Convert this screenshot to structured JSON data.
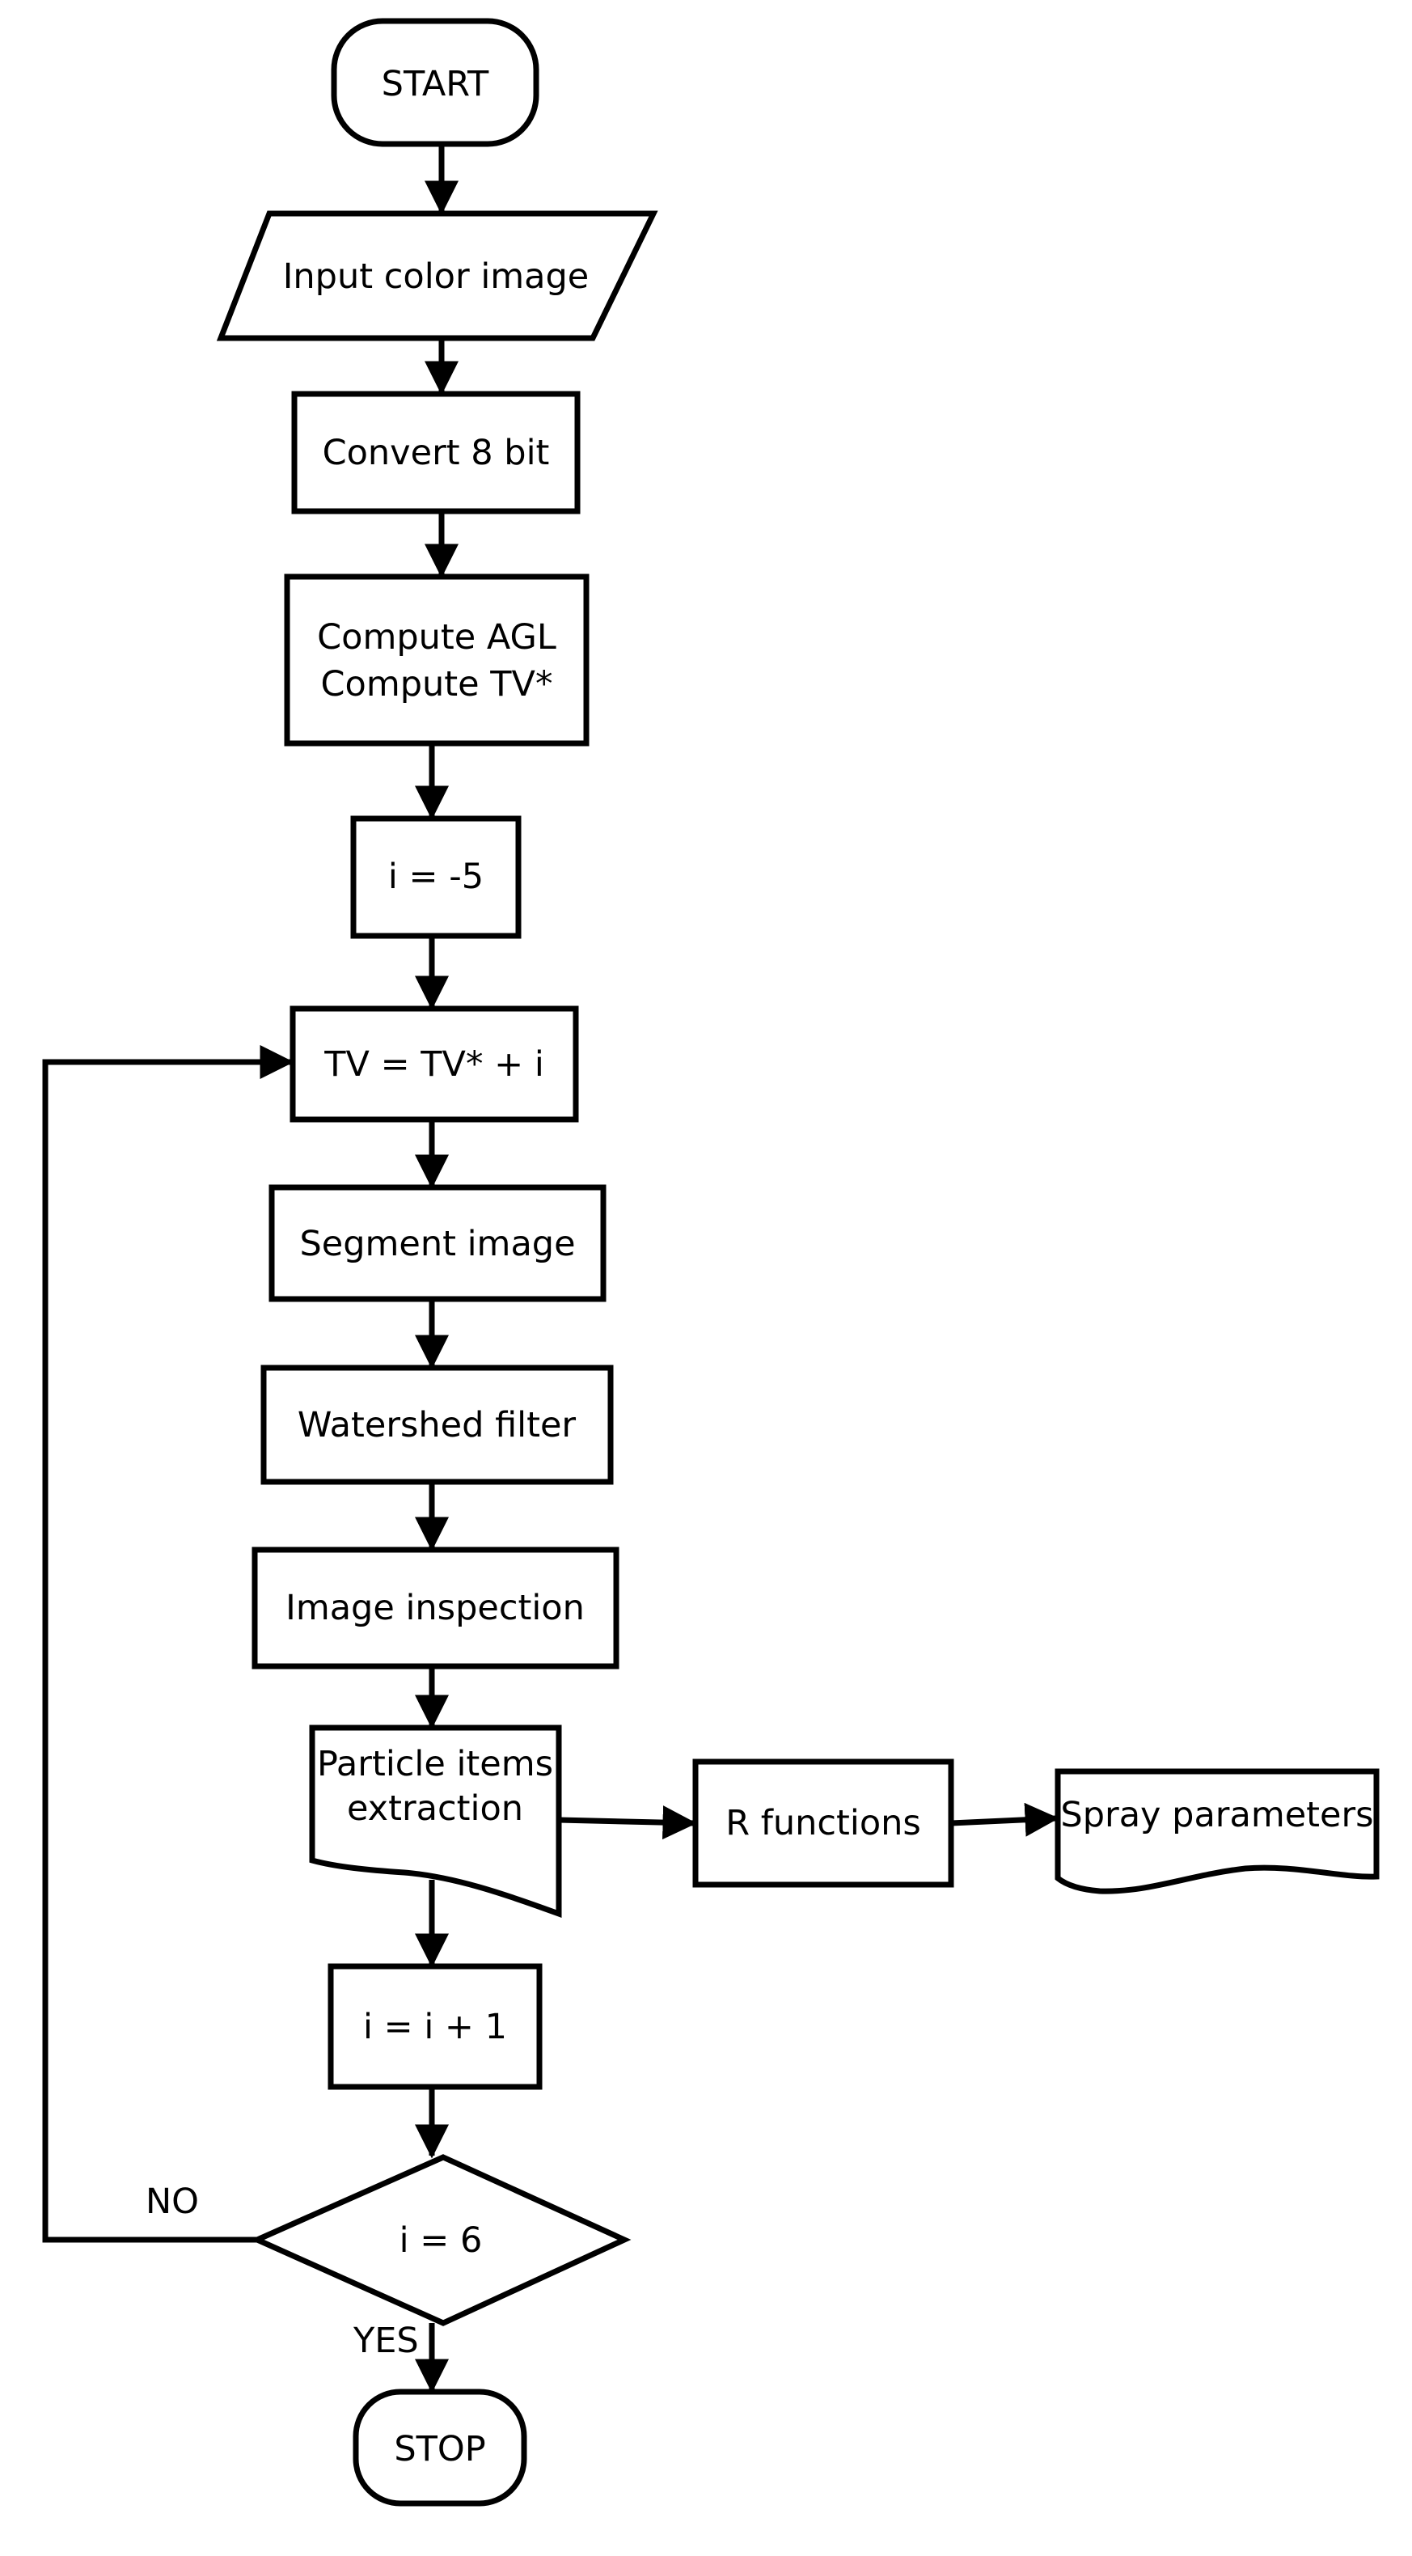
{
  "colors": {
    "stroke": "#000000",
    "fill": "#ffffff"
  },
  "nodes": {
    "start": {
      "type": "terminator",
      "label": "START"
    },
    "input": {
      "type": "input-output",
      "label": "Input color image"
    },
    "convert": {
      "type": "process",
      "label": "Convert 8 bit"
    },
    "compute": {
      "type": "process",
      "lines": [
        "Compute AGL",
        "Compute TV*"
      ]
    },
    "init": {
      "type": "process",
      "label": "i = -5"
    },
    "tv": {
      "type": "process",
      "label": "TV = TV* + i"
    },
    "segment": {
      "type": "process",
      "label": "Segment image"
    },
    "watershed": {
      "type": "process",
      "label": "Watershed filter"
    },
    "inspection": {
      "type": "process",
      "label": "Image inspection"
    },
    "extraction": {
      "type": "document",
      "lines": [
        "Particle items",
        "extraction"
      ]
    },
    "rfunc": {
      "type": "process",
      "label": "R functions"
    },
    "spray": {
      "type": "document",
      "label": "Spray parameters"
    },
    "increment": {
      "type": "process",
      "label": "i = i + 1"
    },
    "decision": {
      "type": "decision",
      "label": "i = 6"
    },
    "stop": {
      "type": "terminator",
      "label": "STOP"
    }
  },
  "edges": [
    {
      "from": "start",
      "to": "input"
    },
    {
      "from": "input",
      "to": "convert"
    },
    {
      "from": "convert",
      "to": "compute"
    },
    {
      "from": "compute",
      "to": "init"
    },
    {
      "from": "init",
      "to": "tv"
    },
    {
      "from": "tv",
      "to": "segment"
    },
    {
      "from": "segment",
      "to": "watershed"
    },
    {
      "from": "watershed",
      "to": "inspection"
    },
    {
      "from": "inspection",
      "to": "extraction"
    },
    {
      "from": "extraction",
      "to": "rfunc"
    },
    {
      "from": "rfunc",
      "to": "spray"
    },
    {
      "from": "extraction",
      "to": "increment"
    },
    {
      "from": "increment",
      "to": "decision"
    },
    {
      "from": "decision",
      "to": "stop",
      "label": "YES"
    },
    {
      "from": "decision",
      "to": "tv",
      "label": "NO"
    }
  ]
}
